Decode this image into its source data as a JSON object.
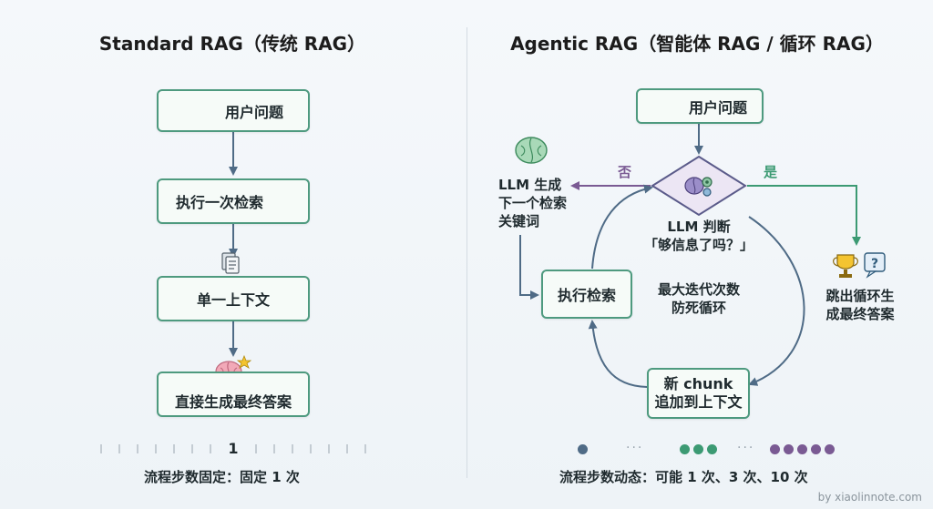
{
  "left": {
    "title": "Standard RAG（传统 RAG）",
    "step1": "用户问题",
    "step2": "执行一次检索",
    "step3": "单一上下文",
    "step4": "直接生成最终答案",
    "scale_label": "1",
    "footer": "流程步数固定：固定 1 次"
  },
  "right": {
    "title": "Agentic RAG（智能体 RAG / 循环 RAG）",
    "user_question": "用户问题",
    "judge_line1": "LLM 判断",
    "judge_line2": "「够信息了吗？」",
    "no_label": "否",
    "yes_label": "是",
    "gen_line1": "LLM 生成",
    "gen_line2": "下一个检索",
    "gen_line3": "关键词",
    "retrieve": "执行检索",
    "max_line1": "最大迭代次数",
    "max_line2": "防死循环",
    "chunk_line1": "新 chunk",
    "chunk_line2": "追加到上下文",
    "exit_line1": "跳出循环生",
    "exit_line2": "成最终答案",
    "footer": "流程步数动态：可能 1 次、3 次、10 次"
  },
  "colors": {
    "box_border": "#4e9a7f",
    "arrow": "#4f6b86",
    "no_arrow": "#7a5a93",
    "yes_arrow": "#3c9a73",
    "dot_blue": "#4f6b86",
    "dot_green": "#3c9a73",
    "dot_purple": "#7a5a93"
  },
  "watermark": "by xiaolinnote.com"
}
